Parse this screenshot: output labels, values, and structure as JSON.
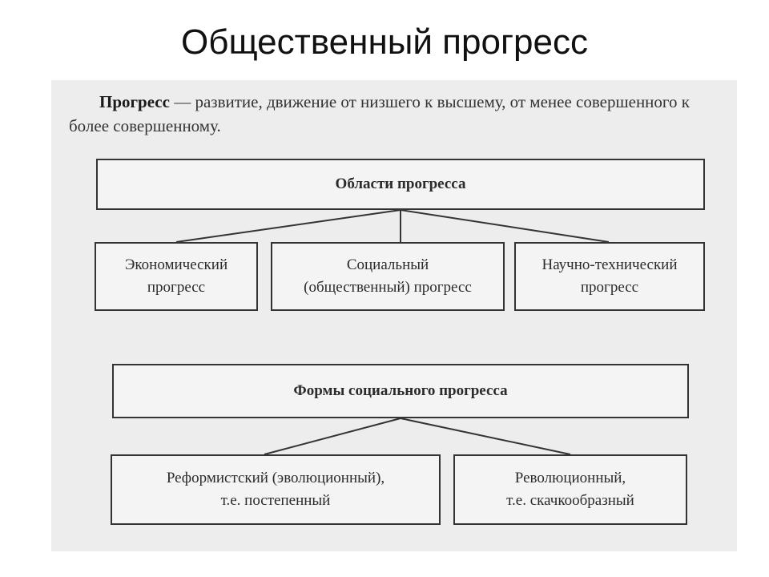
{
  "slide": {
    "title": "Общественный прогресс"
  },
  "definition": {
    "term": "Прогресс",
    "text": " — развитие, движение от низшего к высшему, от менее совершенного к более совершенному."
  },
  "areas": {
    "header": "Области прогресса",
    "items": [
      {
        "line1": "Экономический",
        "line2": "прогресс"
      },
      {
        "line1": "Социальный",
        "line2": "(общественный) прогресс"
      },
      {
        "line1": "Научно-технический",
        "line2": "прогресс"
      }
    ]
  },
  "forms": {
    "header": "Формы социального прогресса",
    "items": [
      {
        "line1": "Реформистский (эволюционный),",
        "line2": "т.е. постепенный"
      },
      {
        "line1": "Революционный,",
        "line2": "т.е. скачкообразный"
      }
    ]
  }
}
